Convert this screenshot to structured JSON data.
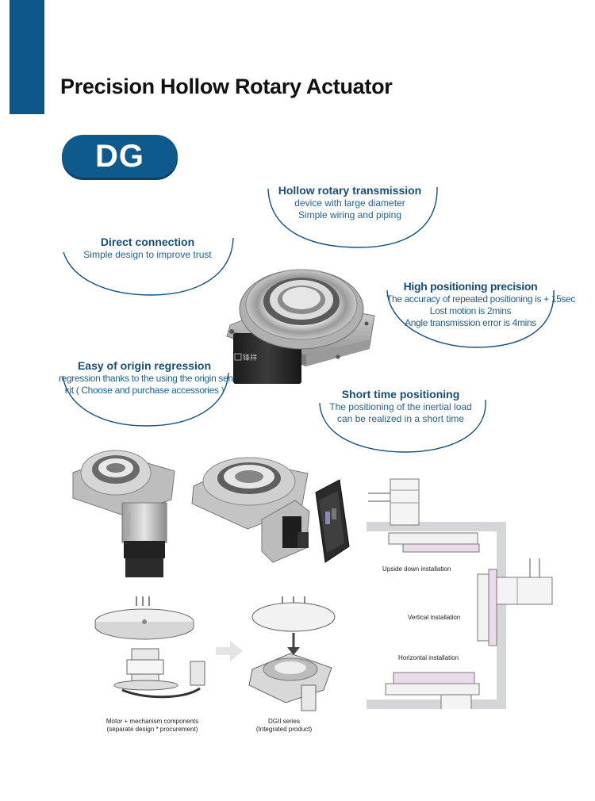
{
  "header": {
    "title": "Precision Hollow Rotary Actuator",
    "accent_color": "#0c5788"
  },
  "series": {
    "badge": "DG",
    "badge_color": "#0f5a8c"
  },
  "features": {
    "hollow": {
      "title": "Hollow rotary transmission",
      "lines": [
        "device with large diameter",
        "Simple wiring and piping"
      ]
    },
    "direct": {
      "title": "Direct connection",
      "lines": [
        "Simple design to improve trust"
      ]
    },
    "precision": {
      "title": "High positioning precision",
      "lines": [
        "The accuracy of repeated positioning is + 15sec",
        "Lost motion is 2mins",
        "Angle transmission error is 4mins"
      ]
    },
    "origin": {
      "title": "Easy of origin regression",
      "lines": [
        "regression thanks to the using the origin sensor",
        "kit ( Choose and purchase accessories )"
      ]
    },
    "short": {
      "title": "Short time positioning",
      "lines": [
        "The positioning of the inertial load",
        "can be realized in a short time"
      ]
    }
  },
  "product": {
    "logo_text": "锋祥"
  },
  "installation": {
    "upside_down": "Upside down installation",
    "vertical": "Vertical installation",
    "horizontal": "Horizontal installation"
  },
  "comparison": {
    "left_caption": [
      "Motor + mechanism components",
      "(separate design * procurement)"
    ],
    "right_caption": [
      "DGII series",
      "(Integrated product)"
    ]
  },
  "icons": [
    "right-arrow-icon"
  ]
}
